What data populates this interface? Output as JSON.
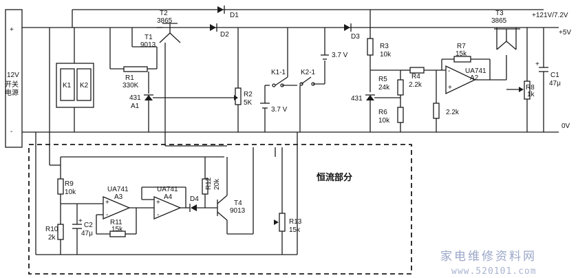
{
  "diagram": {
    "supply": {
      "l1": "12V",
      "l2": "开关",
      "l3": "电源",
      "plus": "+",
      "minus": "-"
    },
    "rails": {
      "top": "+121V/7.2V",
      "mid": "+5V",
      "gnd": "0V"
    },
    "relays": {
      "k1": "K1",
      "k2": "K2"
    },
    "transistors": {
      "t1": {
        "name": "T1",
        "part": "9013"
      },
      "t2": {
        "name": "T2",
        "part": "3865"
      },
      "t3": {
        "name": "T3",
        "part": "3865"
      },
      "t4": {
        "name": "T4",
        "part": "9013"
      }
    },
    "diodes": {
      "d1": "D1",
      "d2": "D2",
      "d3": "D3",
      "d4": "D4"
    },
    "regulators": {
      "a1_part": "431",
      "a1_name": "A1",
      "u2_part": "431"
    },
    "resistors": {
      "r1": {
        "name": "R1",
        "value": "330K"
      },
      "r2": {
        "name": "R2",
        "value": "5K"
      },
      "r3": {
        "name": "R3",
        "value": "10k"
      },
      "r4": {
        "name": "R4",
        "value": "2.2k"
      },
      "r5": {
        "name": "R5",
        "value": "24k"
      },
      "r6": {
        "name": "R6",
        "value": "10k"
      },
      "r7": {
        "name": "R7",
        "value": "15k"
      },
      "r8": {
        "name": "R8",
        "value": "1k"
      },
      "r9": {
        "name": "R9",
        "value": "10k"
      },
      "r10": {
        "name": "R10",
        "value": "2k"
      },
      "r11": {
        "name": "R11",
        "value": "15k"
      },
      "r12": {
        "name": "R12",
        "value": "20k"
      },
      "r13": {
        "name": "R13",
        "value": "15k"
      },
      "r_extra": {
        "value": "2.2k"
      }
    },
    "capacitors": {
      "c1": {
        "name": "C1",
        "value": "47μ"
      },
      "c2": {
        "name": "C2",
        "value": "47μ"
      }
    },
    "opamps": {
      "a2": {
        "part": "UA741",
        "name": "A2"
      },
      "a3": {
        "part": "UA741",
        "name": "A3"
      },
      "a4": {
        "part": "UA741",
        "name": "A4"
      }
    },
    "switches": {
      "k1_1": "K1-1",
      "k2_1": "K2-1"
    },
    "battery": {
      "top": "3.7 V",
      "bottom": "3.7 V"
    },
    "section_label": "恒流部分",
    "watermark": {
      "cn": "家电维修资料网",
      "url": "www.520101.com"
    }
  }
}
